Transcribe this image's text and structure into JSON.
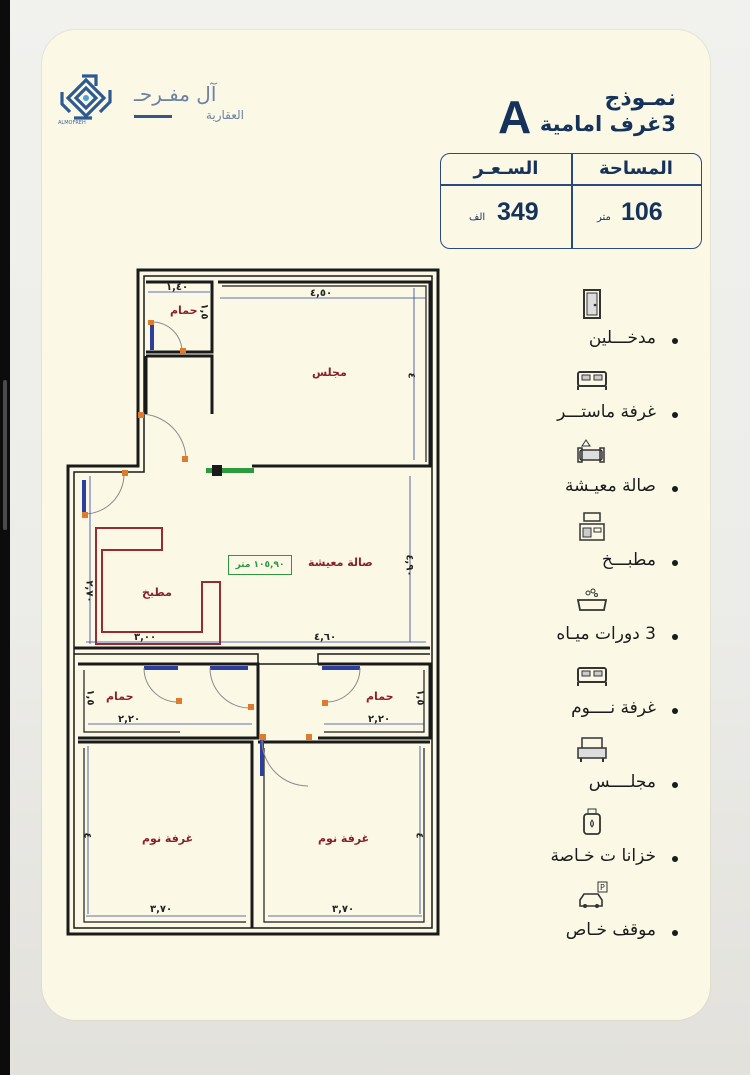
{
  "brand": {
    "name": "آل مفـرحـ",
    "sub": "العقارية",
    "tag": "ALMOFREH"
  },
  "model": {
    "letter": "A",
    "name": "نمـوذج",
    "subtitle": "3غرف امامية"
  },
  "info": {
    "area_label": "المساحة",
    "area_value": "106",
    "area_unit": "متر",
    "price_label": "السـعـر",
    "price_value": "349",
    "price_unit": "الف"
  },
  "plan": {
    "rooms": {
      "bath_top": "حمام",
      "majlis": "مجلس",
      "living": "صالة معيشة",
      "kitchen": "مطبخ",
      "bath_left": "حمام",
      "bath_right": "حمام",
      "bed_left": "غرفة نوم",
      "bed_right": "غرفة نوم"
    },
    "area_tag": "١٠٥,٩٠ متر",
    "dims": {
      "top_bath_w": "١,٤٠",
      "top_bath_h": "١,٥",
      "majlis_w": "٤,٥٠",
      "majlis_h": "٤",
      "living_h": "٤,٩٠",
      "kitchen_w": "٣,٠٠",
      "kitchen_h": "٢,٧٠",
      "living_w": "٤,٦٠",
      "bath_left_w": "٢,٢٠",
      "bath_left_h": "١,٥",
      "bath_right_w": "٢,٢٠",
      "bath_right_h": "١,٥",
      "bed_left_w": "٣,٧٠",
      "bed_left_h": "٤",
      "bed_right_w": "٣,٧٠",
      "bed_right_h": "٤"
    },
    "colors": {
      "wall": "#1a1a1a",
      "window": "#2d3f9e",
      "door": "#e07a2d",
      "kitchen": "#9a2a32"
    }
  },
  "features": [
    {
      "icon": "door-icon",
      "label": "مدخـــلين"
    },
    {
      "icon": "bed-icon",
      "label": "غرفة ماستـــر"
    },
    {
      "icon": "sofa-icon",
      "label": "صالة معيـشة"
    },
    {
      "icon": "kitchen-icon",
      "label": "مطبـــخ"
    },
    {
      "icon": "bathtub-icon",
      "label": "3 دورات ميـاه"
    },
    {
      "icon": "bed-icon",
      "label": "غرفة نــــوم"
    },
    {
      "icon": "armchair-icon",
      "label": "مجلــــس"
    },
    {
      "icon": "water-tank-icon",
      "label": "خزانا ت خـاصة"
    },
    {
      "icon": "parking-icon",
      "label": "موقف خـاص"
    }
  ]
}
